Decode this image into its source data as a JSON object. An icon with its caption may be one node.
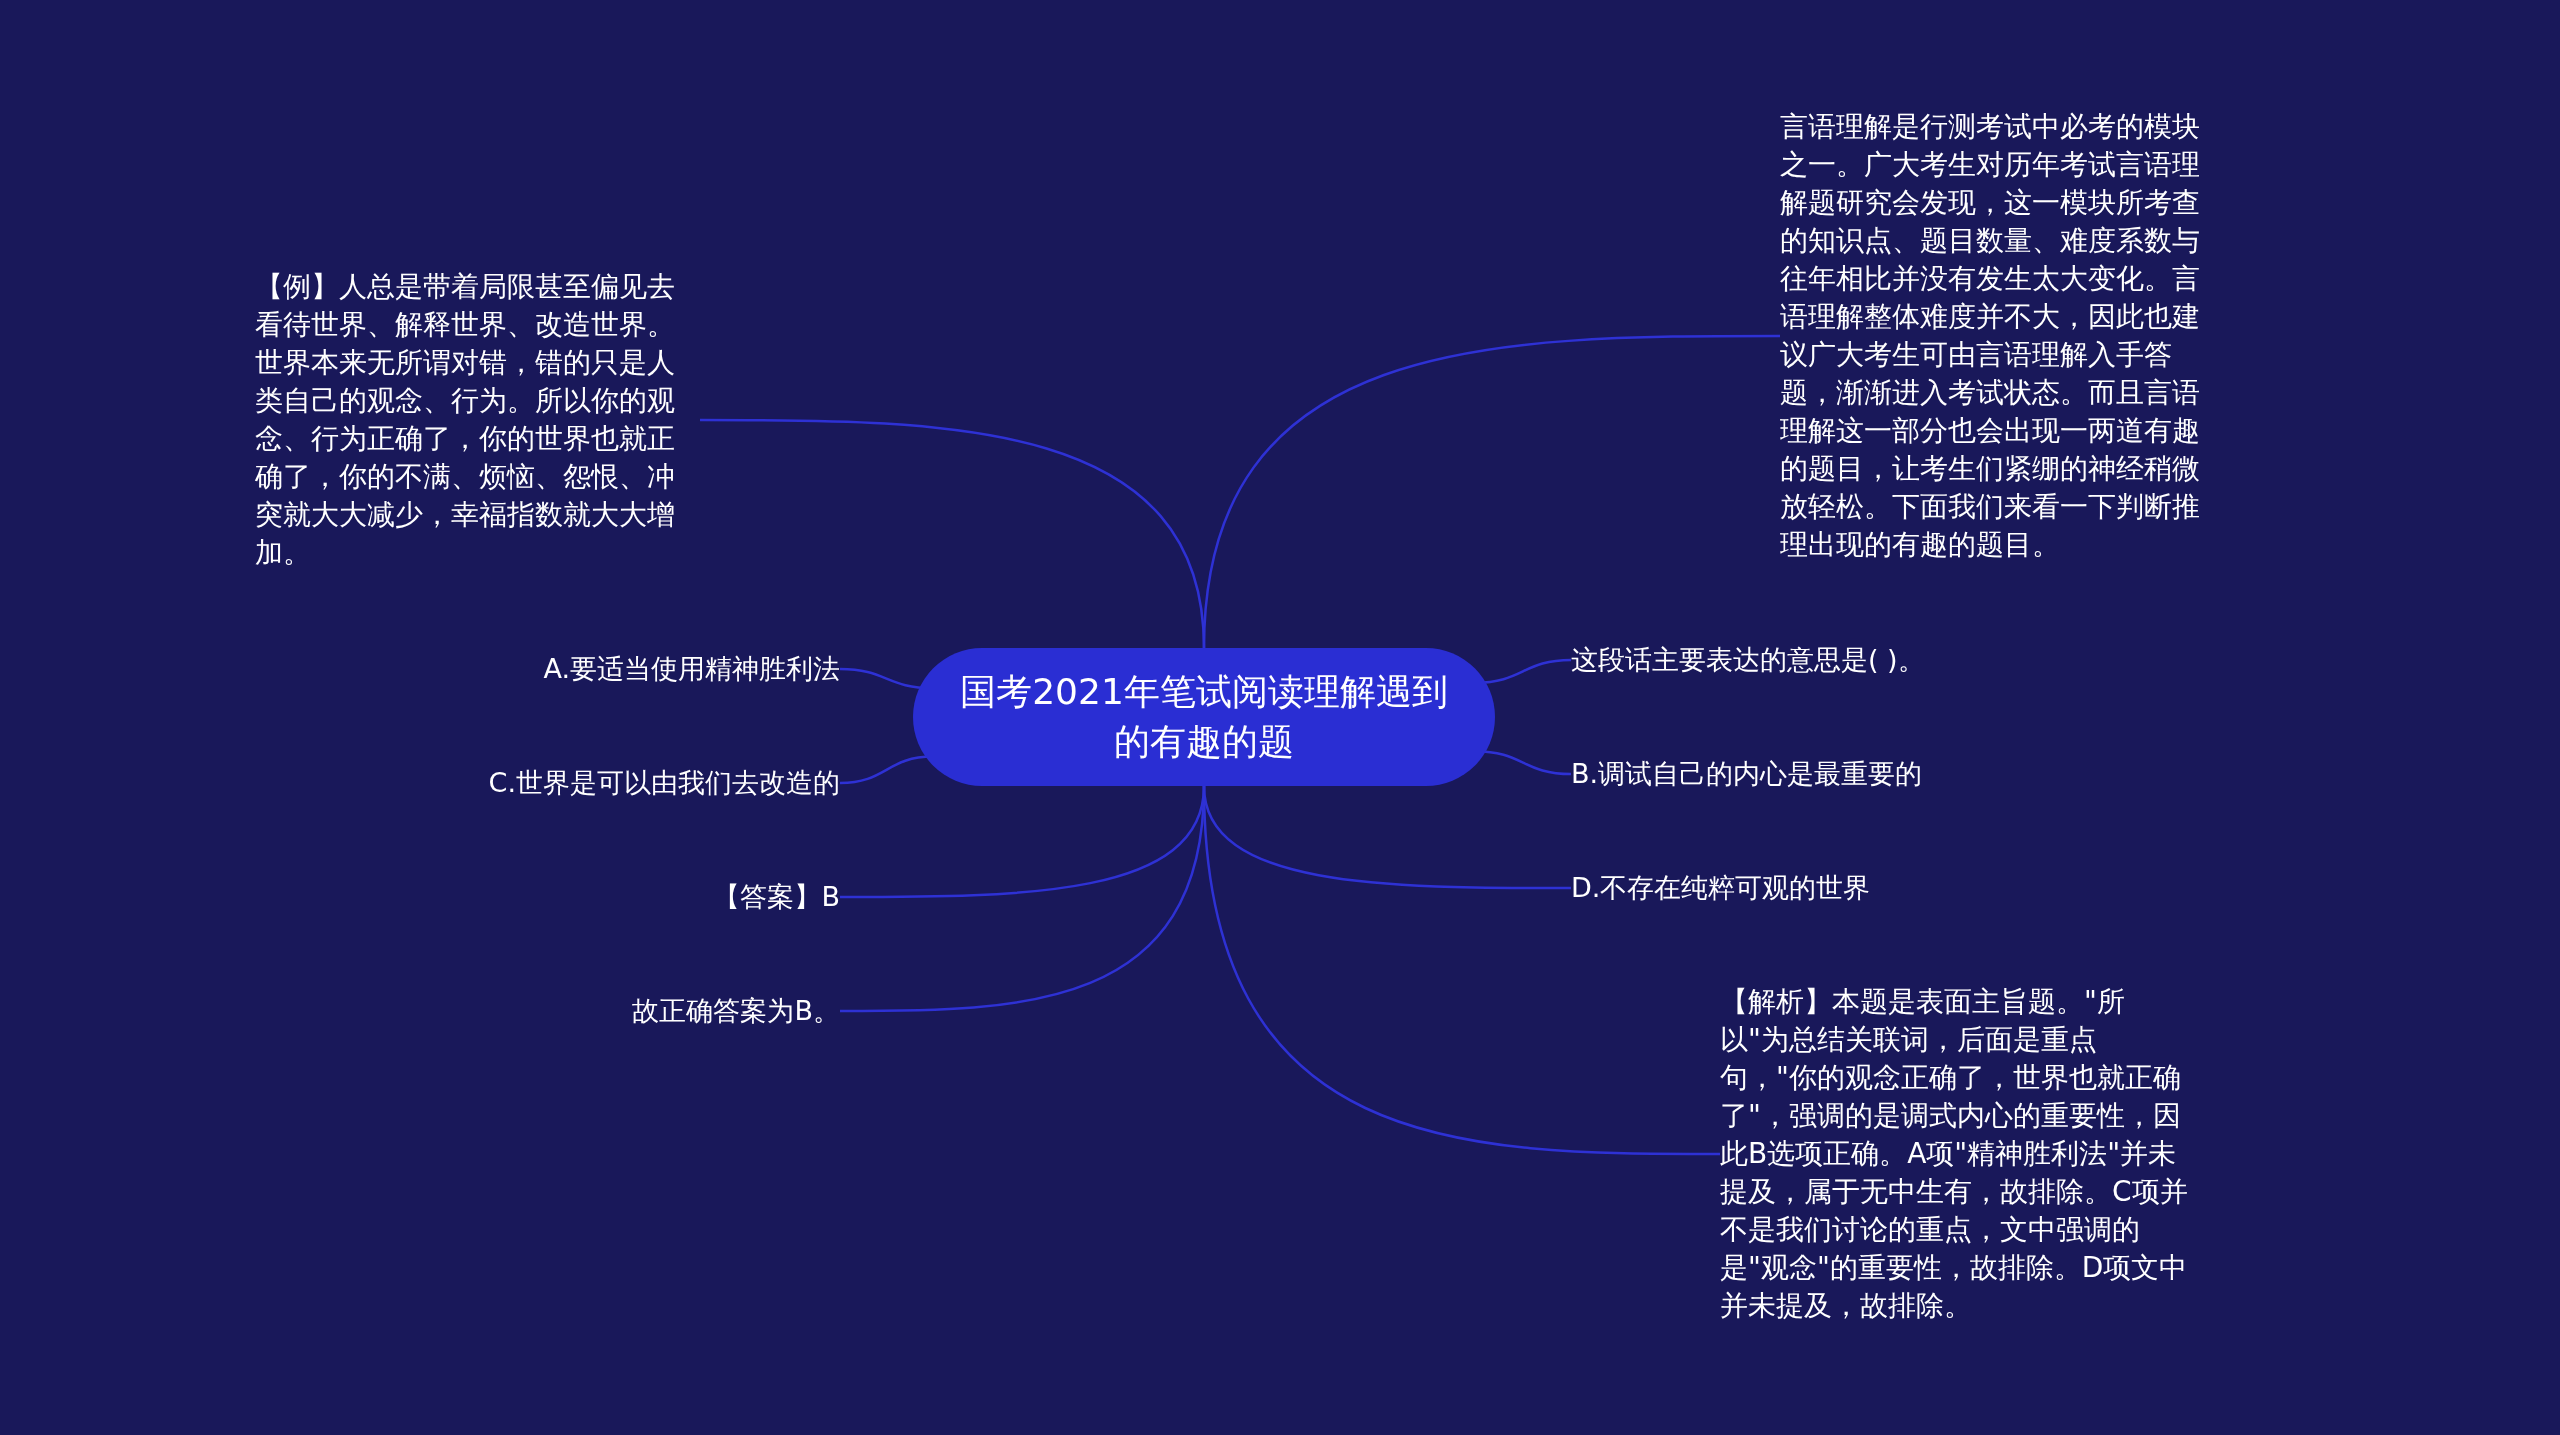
{
  "diagram": {
    "nodes": [
      {
        "text": [
          "国考2021年笔试阅读理解遇到的有趣的题"
        ]
      },
      {
        "text": [
          "言语理解是行测考试中必考的模块之一。广大考生对历年考试言语理解题研究会发现，这一模块所考查的知识点、题目数量、难度系数与往年相比并没有发生太大变化。言语理解整体难度并不大，因此也建议广大考生可由言语理解入手答题，渐渐进入考试状态。而且言语理解这一部分也会出现一两道有趣的题目，让考生们紧绷的神经稍微放轻松。下面我们来看一下判断推理出现的有趣的题目。"
        ]
      },
      {
        "text": [
          "【例】人总是带着局限甚至偏见去看待世界、解释世界、改造世界。世界本来无所谓对错，错的只是人类自己的观念、行为。所以你的观念、行为正确了，你的世界也就正确了，你的不满、烦恼、怨恨、冲突就大大减少，幸福指数就大大增加。"
        ]
      },
      {
        "text": [
          "A.要适当使用精神胜利法"
        ]
      },
      {
        "text": [
          "这段话主要表达的意思是( )。"
        ]
      },
      {
        "text": [
          "C.世界是可以由我们去改造的"
        ]
      },
      {
        "text": [
          "B.调试自己的内心是最重要的"
        ]
      },
      {
        "text": [
          "【答案】B"
        ]
      },
      {
        "text": [
          "D.不存在纯粹可观的世界"
        ]
      },
      {
        "text": [
          "故正确答案为B。"
        ]
      },
      {
        "text": [
          "【解析】本题是表面主旨题。\"所以\"为总结关联词，后面是重点句，\"你的观念正确了，世界也就正确了\"，强调的是调式内心的重要性，因此B选项正确。A项\"精神胜利法\"并未提及，属于无中生有，故排除。C项并不是我们讨论的重点，文中强调的是\"观念\"的重要性，故排除。D项文中并未提及，故排除。"
        ]
      }
    ],
    "edges": [
      {
        "from": 0,
        "to": 1,
        "arrow": "none"
      },
      {
        "from": 0,
        "to": 2,
        "arrow": "none"
      },
      {
        "from": 0,
        "to": 3,
        "arrow": "none"
      },
      {
        "from": 0,
        "to": 4,
        "arrow": "none"
      },
      {
        "from": 0,
        "to": 5,
        "arrow": "none"
      },
      {
        "from": 0,
        "to": 6,
        "arrow": "none"
      },
      {
        "from": 0,
        "to": 7,
        "arrow": "none"
      },
      {
        "from": 0,
        "to": 8,
        "arrow": "none"
      },
      {
        "from": 0,
        "to": 9,
        "arrow": "none"
      },
      {
        "from": 0,
        "to": 10,
        "arrow": "none"
      }
    ]
  }
}
